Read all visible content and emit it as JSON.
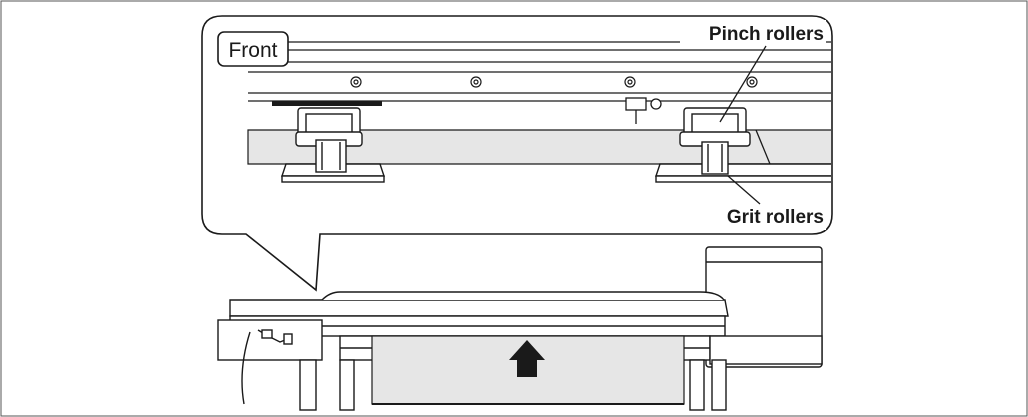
{
  "callout": {
    "front_label": "Front",
    "pinch_label": "Pinch rollers",
    "grit_label": "Grit rollers"
  },
  "colors": {
    "line": "#1a1a1a",
    "media": "#e6e6e6",
    "panel_fill": "#ffffff"
  }
}
